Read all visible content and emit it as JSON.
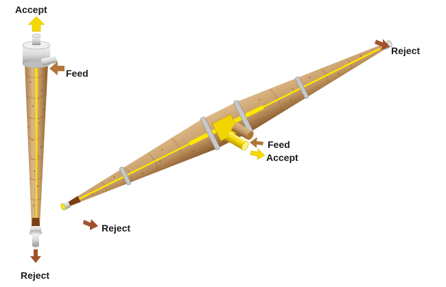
{
  "labels": {
    "vertical_accept": "Accept",
    "vertical_feed": "Feed",
    "vertical_reject": "Reject",
    "horizontal_reject_top": "Reject",
    "horizontal_feed": "Feed",
    "horizontal_accept": "Accept",
    "horizontal_reject_bottom": "Reject"
  },
  "icons": {
    "accept": "arrow-up-icon",
    "feed": "arrow-left-icon",
    "reject": "arrow-down-icon"
  },
  "colors": {
    "pulp": "#c9a06c",
    "pulp_dark": "#8a5b2c",
    "core_flow": "#ffe600",
    "accept_arrow": "#f5d800",
    "feed_arrow": "#b0773a",
    "reject_arrow": "#a0522d",
    "flange": "#c8c8c8"
  }
}
